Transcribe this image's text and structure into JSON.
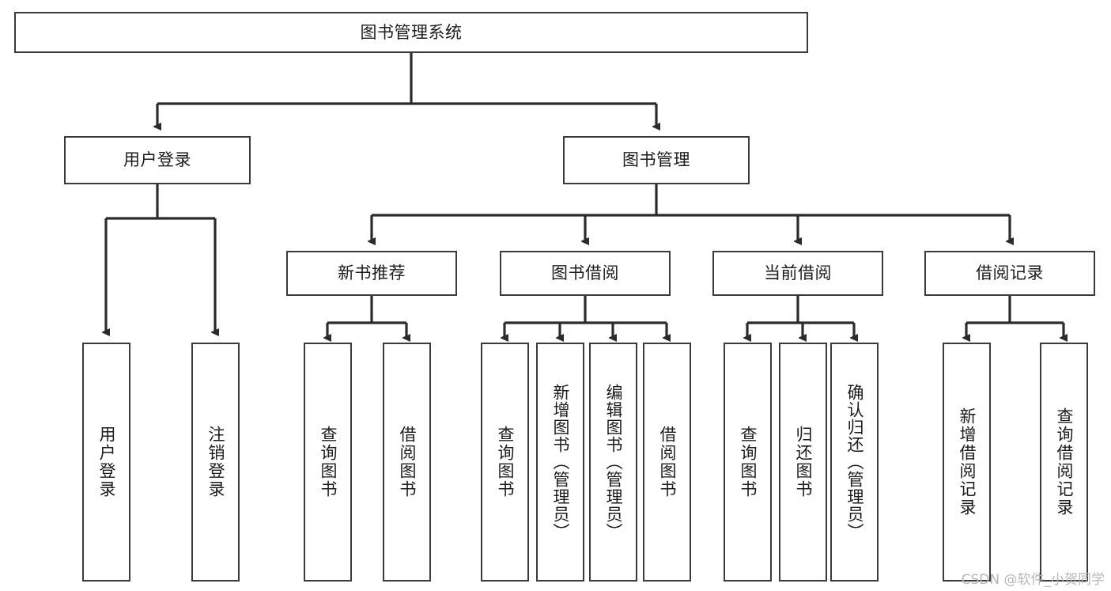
{
  "diagram": {
    "title": "图书管理系统",
    "type": "tree-hierarchy",
    "watermark": "CSDN @软件_小贺同学",
    "colors": {
      "box_border": "#3a3a3a",
      "box_fill": "#ffffff",
      "connector": "#2b2b2b",
      "text": "#1c1c1c",
      "watermark": "#b6b6b6",
      "background": "#ffffff"
    },
    "root": {
      "label": "图书管理系统",
      "orientation": "horizontal"
    },
    "level2": [
      {
        "label": "用户登录",
        "orientation": "horizontal"
      },
      {
        "label": "图书管理",
        "orientation": "horizontal"
      }
    ],
    "level3": [
      {
        "label": "新书推荐",
        "orientation": "horizontal",
        "parent": "图书管理"
      },
      {
        "label": "图书借阅",
        "orientation": "horizontal",
        "parent": "图书管理"
      },
      {
        "label": "当前借阅",
        "orientation": "horizontal",
        "parent": "图书管理"
      },
      {
        "label": "借阅记录",
        "orientation": "horizontal",
        "parent": "图书管理"
      }
    ],
    "leaves": {
      "user_login": [
        {
          "label": "用户登录",
          "orientation": "vertical"
        },
        {
          "label": "注销登录",
          "orientation": "vertical"
        }
      ],
      "new_book_recommend": [
        {
          "label": "查询图书",
          "orientation": "vertical"
        },
        {
          "label": "借阅图书",
          "orientation": "vertical"
        }
      ],
      "book_borrow": [
        {
          "label": "查询图书",
          "orientation": "vertical"
        },
        {
          "label": "新增图书（管理员）",
          "orientation": "vertical"
        },
        {
          "label": "编辑图书（管理员）",
          "orientation": "vertical"
        },
        {
          "label": "借阅图书",
          "orientation": "vertical"
        }
      ],
      "current_borrow": [
        {
          "label": "查询图书",
          "orientation": "vertical"
        },
        {
          "label": "归还图书",
          "orientation": "vertical"
        },
        {
          "label": "确认归还（管理员）",
          "orientation": "vertical"
        }
      ],
      "borrow_record": [
        {
          "label": "新增借阅记录",
          "orientation": "vertical"
        },
        {
          "label": "查询借阅记录",
          "orientation": "vertical"
        }
      ]
    }
  }
}
